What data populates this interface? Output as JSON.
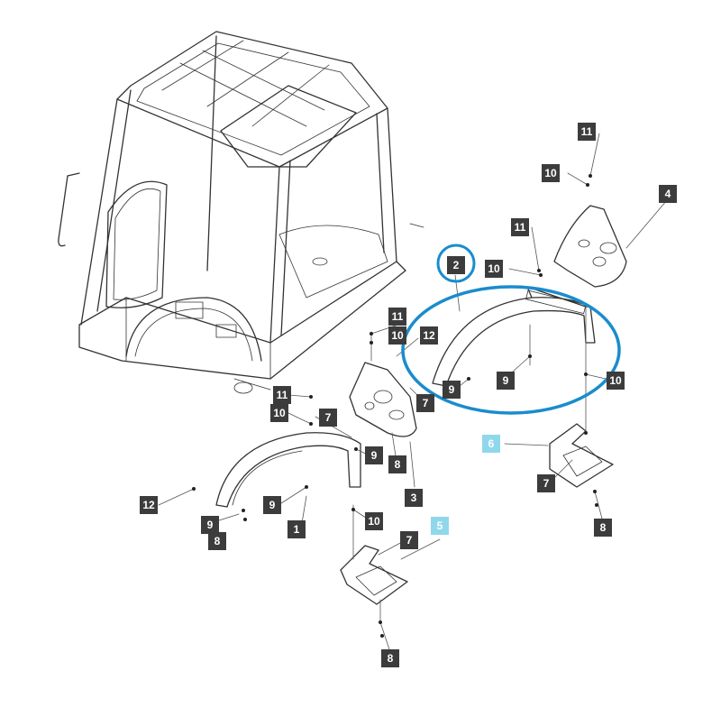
{
  "diagram": {
    "callouts": [
      {
        "id": "c1",
        "label": "11"
      },
      {
        "id": "c2",
        "label": "10"
      },
      {
        "id": "c3",
        "label": "4"
      },
      {
        "id": "c4",
        "label": "11"
      },
      {
        "id": "c5",
        "label": "2"
      },
      {
        "id": "c6",
        "label": "10"
      },
      {
        "id": "c7",
        "label": "11"
      },
      {
        "id": "c8",
        "label": "10"
      },
      {
        "id": "c9",
        "label": "12"
      },
      {
        "id": "c10",
        "label": "9"
      },
      {
        "id": "c11",
        "label": "10"
      },
      {
        "id": "c12",
        "label": "7"
      },
      {
        "id": "c13",
        "label": "9"
      },
      {
        "id": "c14",
        "label": "11"
      },
      {
        "id": "c15",
        "label": "10"
      },
      {
        "id": "c16",
        "label": "7"
      },
      {
        "id": "c17",
        "label": "9"
      },
      {
        "id": "c18",
        "label": "8"
      },
      {
        "id": "c19",
        "label": "6"
      },
      {
        "id": "c20",
        "label": "7"
      },
      {
        "id": "c21",
        "label": "12"
      },
      {
        "id": "c22",
        "label": "9"
      },
      {
        "id": "c23",
        "label": "3"
      },
      {
        "id": "c24",
        "label": "8"
      },
      {
        "id": "c25",
        "label": "9"
      },
      {
        "id": "c26",
        "label": "8"
      },
      {
        "id": "c27",
        "label": "1"
      },
      {
        "id": "c28",
        "label": "10"
      },
      {
        "id": "c29",
        "label": "5"
      },
      {
        "id": "c30",
        "label": "7"
      },
      {
        "id": "c31",
        "label": "8"
      }
    ],
    "highlight_color": "#8fd8ec",
    "ring_color": "#1a8ccc"
  }
}
